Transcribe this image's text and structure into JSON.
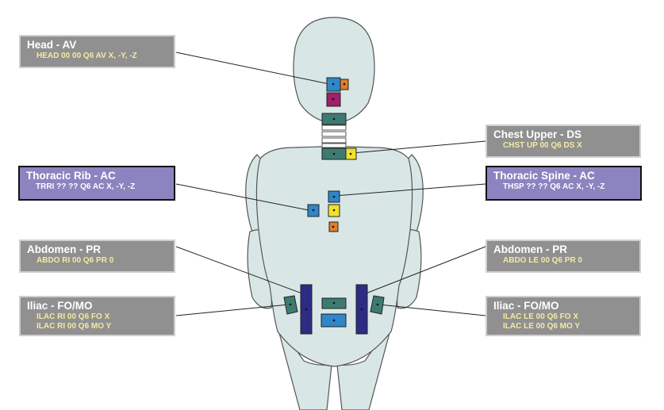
{
  "colors": {
    "body_fill": "#d9e6e6",
    "outline": "#555555",
    "label_gray": "#909090",
    "label_purple": "#8c84c0",
    "code_yellow": "#f4e9a3",
    "sensor_blue": "#2f86c8",
    "sensor_magenta": "#a0206a",
    "sensor_orange": "#e07d2a",
    "sensor_teal": "#3d7b72",
    "sensor_yellow": "#f2e12a",
    "sensor_navy": "#2c2c84"
  },
  "labels": {
    "head": {
      "title": "Head - AV",
      "codes": [
        "HEAD 00 00 Q6 AV X, -Y, -Z"
      ]
    },
    "chest_upper": {
      "title": "Chest Upper - DS",
      "codes": [
        "CHST UP 00 Q6 DS X"
      ]
    },
    "thoracic_rib": {
      "title": "Thoracic Rib - AC",
      "codes": [
        "TRRI ?? ?? Q6 AC X, -Y, -Z"
      ]
    },
    "thoracic_spine": {
      "title": "Thoracic Spine - AC",
      "codes": [
        "THSP ?? ?? Q6 AC X, -Y, -Z"
      ]
    },
    "abdomen_right": {
      "title": "Abdomen - PR",
      "codes": [
        "ABDO RI 00 Q6 PR 0"
      ]
    },
    "abdomen_left": {
      "title": "Abdomen - PR",
      "codes": [
        "ABDO LE 00 Q6 PR 0"
      ]
    },
    "iliac_right": {
      "title": "Iliac - FO/MO",
      "codes": [
        "ILAC RI 00 Q6  FO  X",
        "ILAC RI 00 Q6  MO Y"
      ]
    },
    "iliac_left": {
      "title": "Iliac - FO/MO",
      "codes": [
        "ILAC LE 00 Q6  FO  X",
        "ILAC LE 00 Q6  MO Y"
      ]
    }
  }
}
